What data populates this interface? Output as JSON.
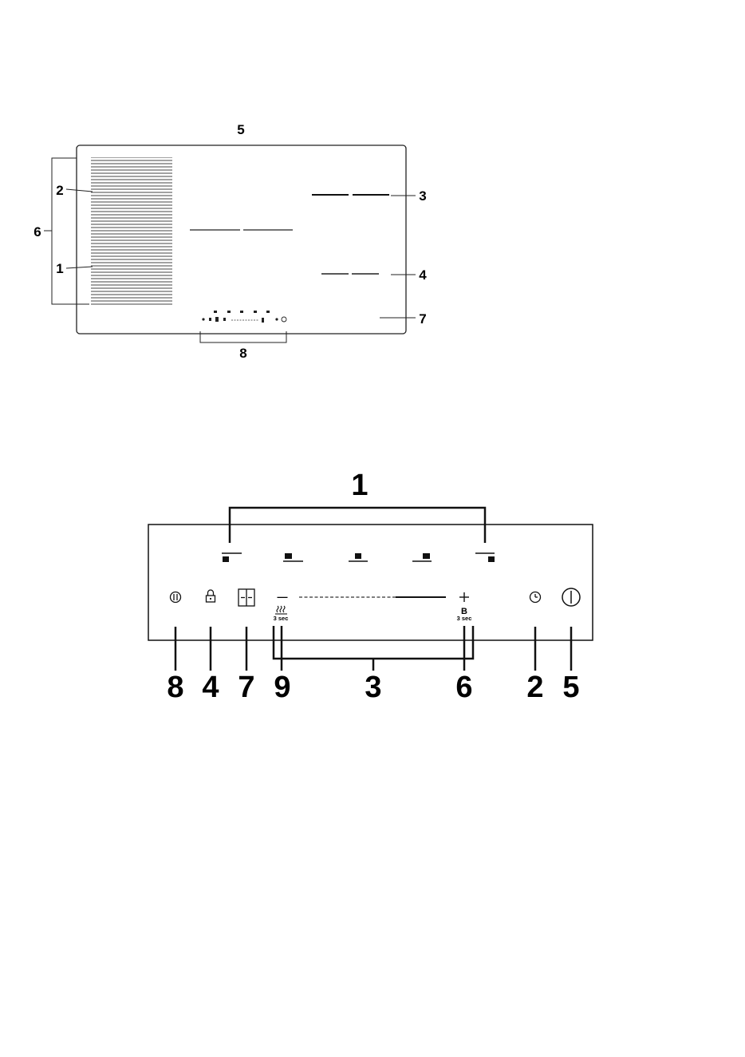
{
  "diagram1": {
    "callouts": {
      "c5": "5",
      "c2": "2",
      "c6": "6",
      "c1": "1",
      "c3": "3",
      "c4": "4",
      "c7": "7",
      "c8": "8"
    }
  },
  "diagram2": {
    "callouts": {
      "top1": "1",
      "b8": "8",
      "b4": "4",
      "b7": "7",
      "b9": "9",
      "b3": "3",
      "b6": "6",
      "b2": "2",
      "b5": "5"
    },
    "controls": {
      "minus": "—",
      "plus": "+",
      "boost_letter": "B",
      "three_sec_left": "3 sec",
      "three_sec_right": "3 sec"
    }
  }
}
